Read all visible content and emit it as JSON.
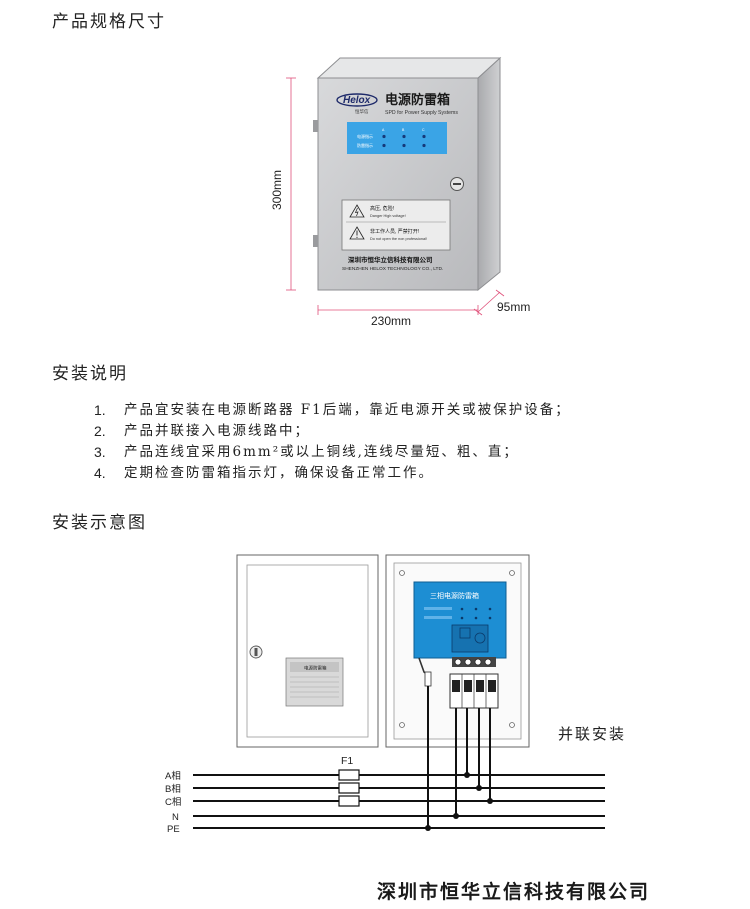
{
  "sections": {
    "spec_title": "产品规格尺寸",
    "install_title": "安装说明",
    "diagram_title": "安装示意图"
  },
  "product": {
    "brand": "Helox",
    "brand_cn": "恒华信",
    "name_cn": "电源防雷箱",
    "name_en": "SPD for Power Supply Systems",
    "indicator_labels": [
      "电源指示",
      "防雷指示"
    ],
    "phase_labels": [
      "A",
      "B",
      "C"
    ],
    "warning_1_cn": "高压, 危险!",
    "warning_1_en": "Danger High voltage!",
    "warning_2_cn": "非工作人员, 严禁打开!",
    "warning_2_en": "Do not open the non professional!",
    "company_cn": "深圳市恒华立信科技有限公司",
    "company_en": "SHENZHEN HELOX TECHNOLOGY CO., LTD.",
    "height_label": "300mm",
    "width_label": "230mm",
    "depth_label": "95mm"
  },
  "instructions": [
    {
      "num": "1.",
      "text": "产品宜安装在电源断路器 F1后端，靠近电源开关或被保护设备；"
    },
    {
      "num": "2.",
      "text": "产品并联接入电源线路中；"
    },
    {
      "num": "3.",
      "text": "产品连线宜采用6mm²或以上铜线,连线尽量短、粗、直；"
    },
    {
      "num": "4.",
      "text": "定期检查防雷箱指示灯，确保设备正常工作。"
    }
  ],
  "wiring": {
    "module_title": "三相电源防雷箱",
    "door_plate_title": "电源防雷箱",
    "parallel_label": "并联安装",
    "fuse_label": "F1",
    "lines": [
      "A相",
      "B相",
      "C相",
      "N",
      "PE"
    ]
  },
  "footer": {
    "company": "深圳市恒华立信科技有限公司"
  },
  "colors": {
    "module_blue": "#1d8ed3",
    "panel_blue": "#3aa4e6",
    "box_gray": "#c9cacc",
    "dimension_red": "#e0507a",
    "led_blue": "#2f7fd1"
  }
}
